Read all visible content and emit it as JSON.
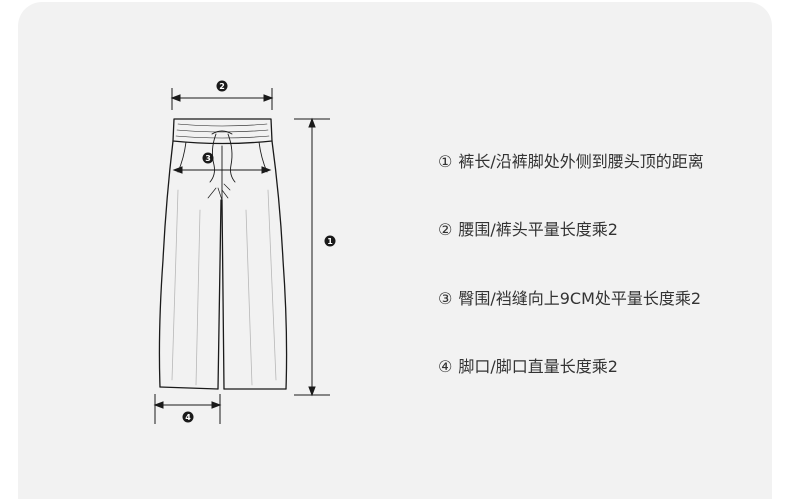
{
  "markers": {
    "m1": "1",
    "m2": "2",
    "m3": "3",
    "m4": "4"
  },
  "legend": [
    {
      "num": "①",
      "text": "裤长/沿裤脚处外侧到腰头顶的距离"
    },
    {
      "num": "②",
      "text": "腰围/裤头平量长度乘2"
    },
    {
      "num": "③",
      "text": "臀围/裆缝向上9CM处平量长度乘2"
    },
    {
      "num": "④",
      "text": "脚口/脚口直量长度乘2"
    }
  ],
  "colors": {
    "background": "#f2f2f2",
    "line": "#1a1a1a",
    "text": "#333333"
  }
}
